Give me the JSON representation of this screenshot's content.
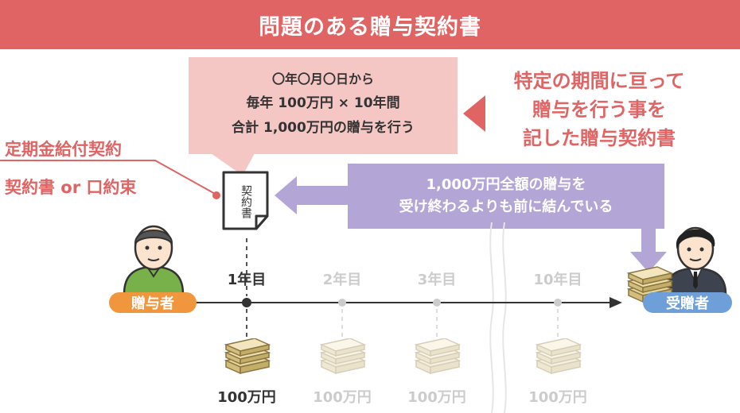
{
  "title": "問題のある贈与契約書",
  "callout": {
    "line1": "〇年〇月〇日から",
    "line2": "毎年 100万円 × 10年間",
    "line3": "合計 1,000万円の贈与を行う"
  },
  "right_note": {
    "line1": "特定の期間に亘って",
    "line2": "贈与を行う事を",
    "line3": "記した贈与契約書"
  },
  "left_note": {
    "line1": "定期金給付契約",
    "line2": "契約書 or 口約束"
  },
  "document_icon_text": "契約書",
  "purple_note": {
    "line1": "1,000万円全額の贈与を",
    "line2": "受け終わるよりも前に結んでいる"
  },
  "giver_label": "贈与者",
  "receiver_label": "受贈者",
  "years": [
    "1年目",
    "2年目",
    "3年目",
    "10年目"
  ],
  "amounts": [
    "100万円",
    "100万円",
    "100万円",
    "100万円"
  ],
  "colors": {
    "title_bg": "#e06464",
    "callout_bg": "#f4c7c4",
    "purple": "#b3a6d6",
    "giver": "#f0963c",
    "receiver": "#6f9fd8",
    "faded": "#cccccc",
    "accent_red": "#e06464"
  }
}
